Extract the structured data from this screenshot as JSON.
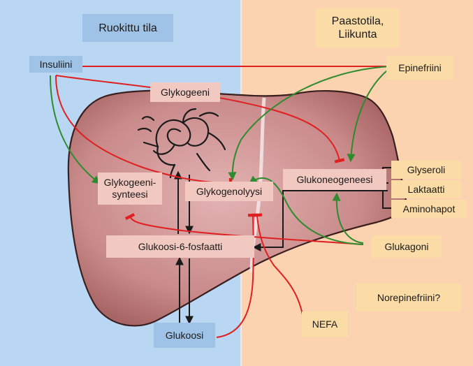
{
  "panels": {
    "fed_state": "Ruokittu tila",
    "fasting_state": "Paastotila,\nLiikunta"
  },
  "nodes": {
    "insulin": "Insuliini",
    "epinephrine": "Epinefriini",
    "glycogen": "Glykogeeni",
    "glycogen_synthesis": "Glykogeeni-\nsynteesi",
    "glycogenolysis": "Glykogenolyysi",
    "gluconeogenesis": "Glukoneogeneesi",
    "glycerol": "Glyseroli",
    "lactate": "Laktaatti",
    "amino_acids": "Aminohapot",
    "glucose6p": "Glukoosi-6-fosfaatti",
    "glucagon": "Glukagoni",
    "norepinephrine": "Norepinefriini?",
    "glucose": "Glukoosi",
    "nefa": "NEFA"
  },
  "colors": {
    "fed_bg": "#b9d6f2",
    "fasting_bg": "#fbd3b0",
    "liver": "#c98a8a",
    "activation": "#2e8b2e",
    "inhibition": "#e02020",
    "flow": "#1a1a1a"
  }
}
